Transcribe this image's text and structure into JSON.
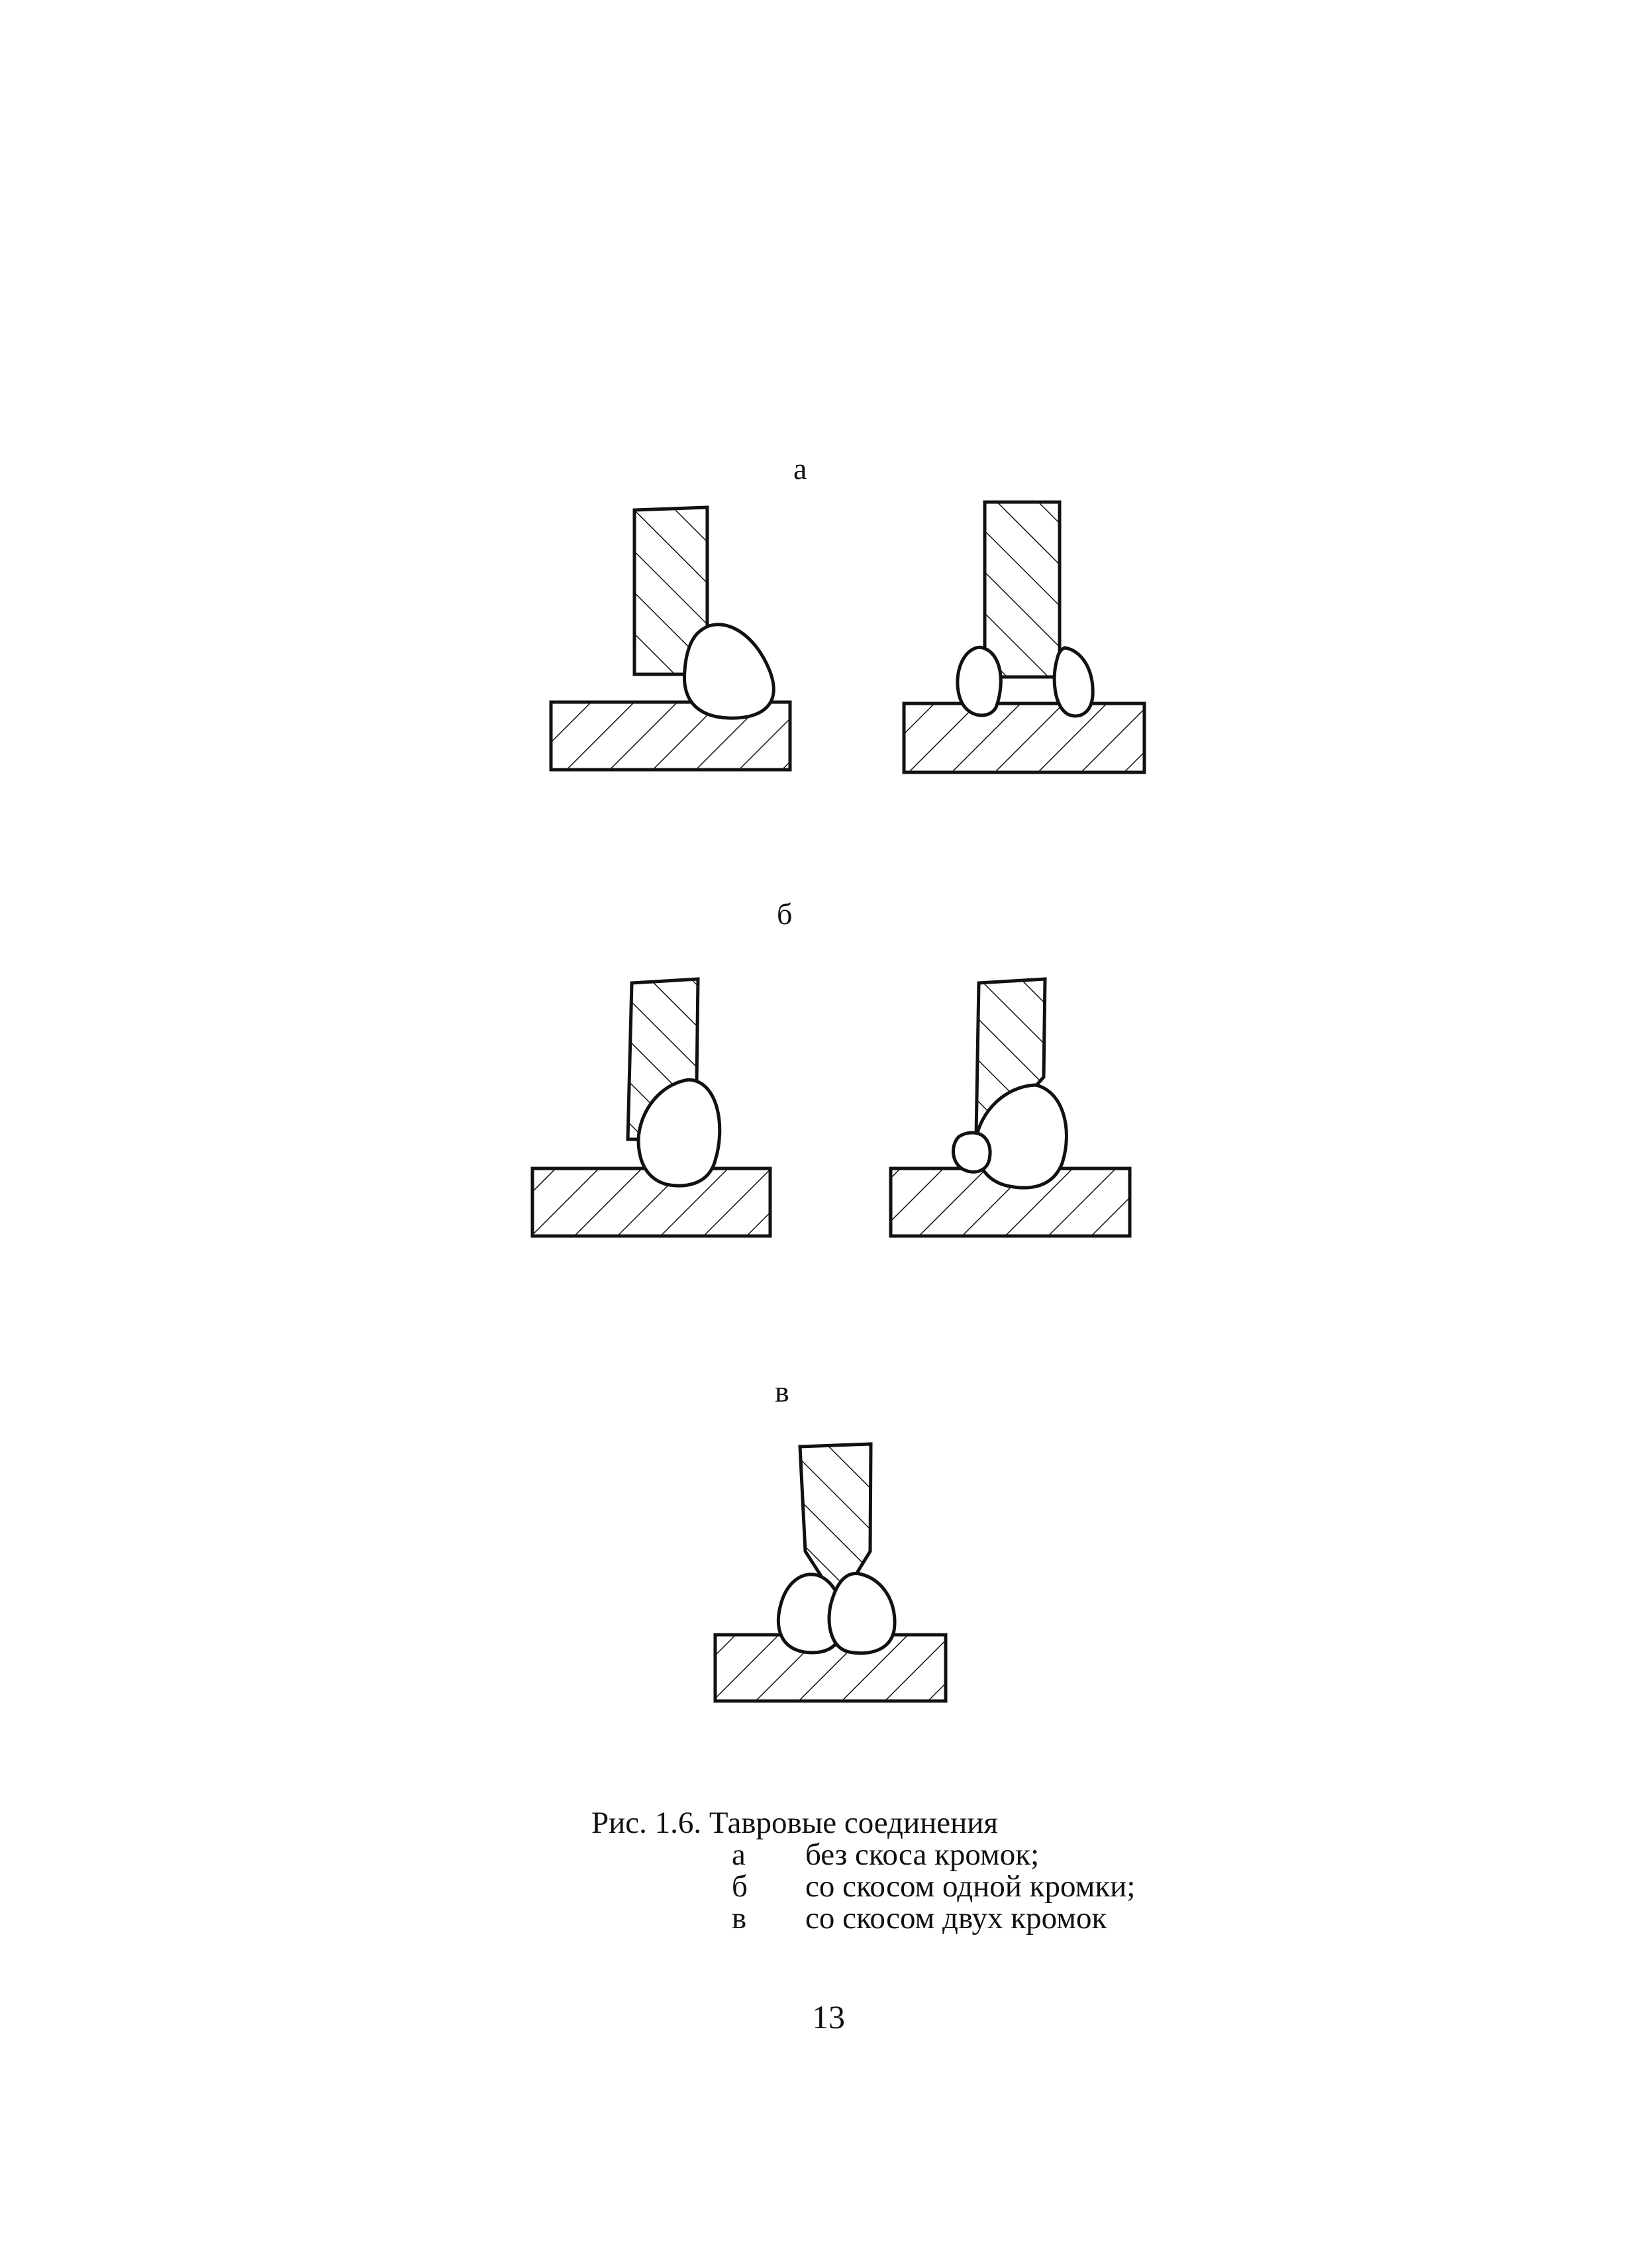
{
  "figure": {
    "panels": [
      {
        "id": "a",
        "label": "а"
      },
      {
        "id": "b",
        "label": "б"
      },
      {
        "id": "v",
        "label": "в"
      }
    ]
  },
  "caption": {
    "title": "Рис. 1.6. Тавровые соединения",
    "items": [
      {
        "letter": "а",
        "text": "без скоса кромок;"
      },
      {
        "letter": "б",
        "text": "со скосом одной кромки;"
      },
      {
        "letter": "в",
        "text": "со скосом двух кромок"
      }
    ]
  },
  "page_number": "13"
}
